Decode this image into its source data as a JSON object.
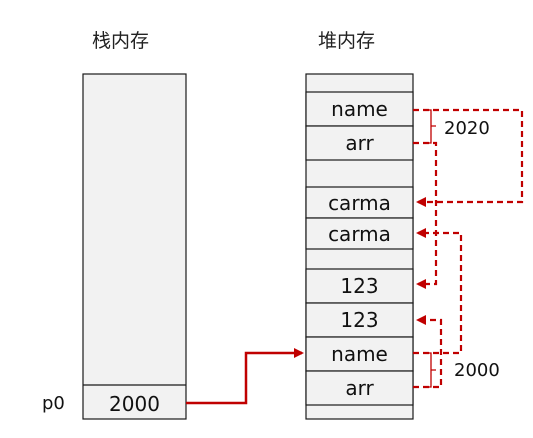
{
  "stack": {
    "title": "栈内存",
    "var_label": "p0",
    "cell_value": "2000"
  },
  "heap": {
    "title": "堆内存",
    "cells": [
      "name",
      "arr",
      "carma",
      "carma",
      "123",
      "123",
      "name",
      "arr"
    ]
  },
  "addresses": {
    "upper": "2020",
    "lower": "2000"
  },
  "colors": {
    "arrow": "#c00000",
    "box_fill": "#f2f2f2",
    "border": "#1a1a1a"
  }
}
